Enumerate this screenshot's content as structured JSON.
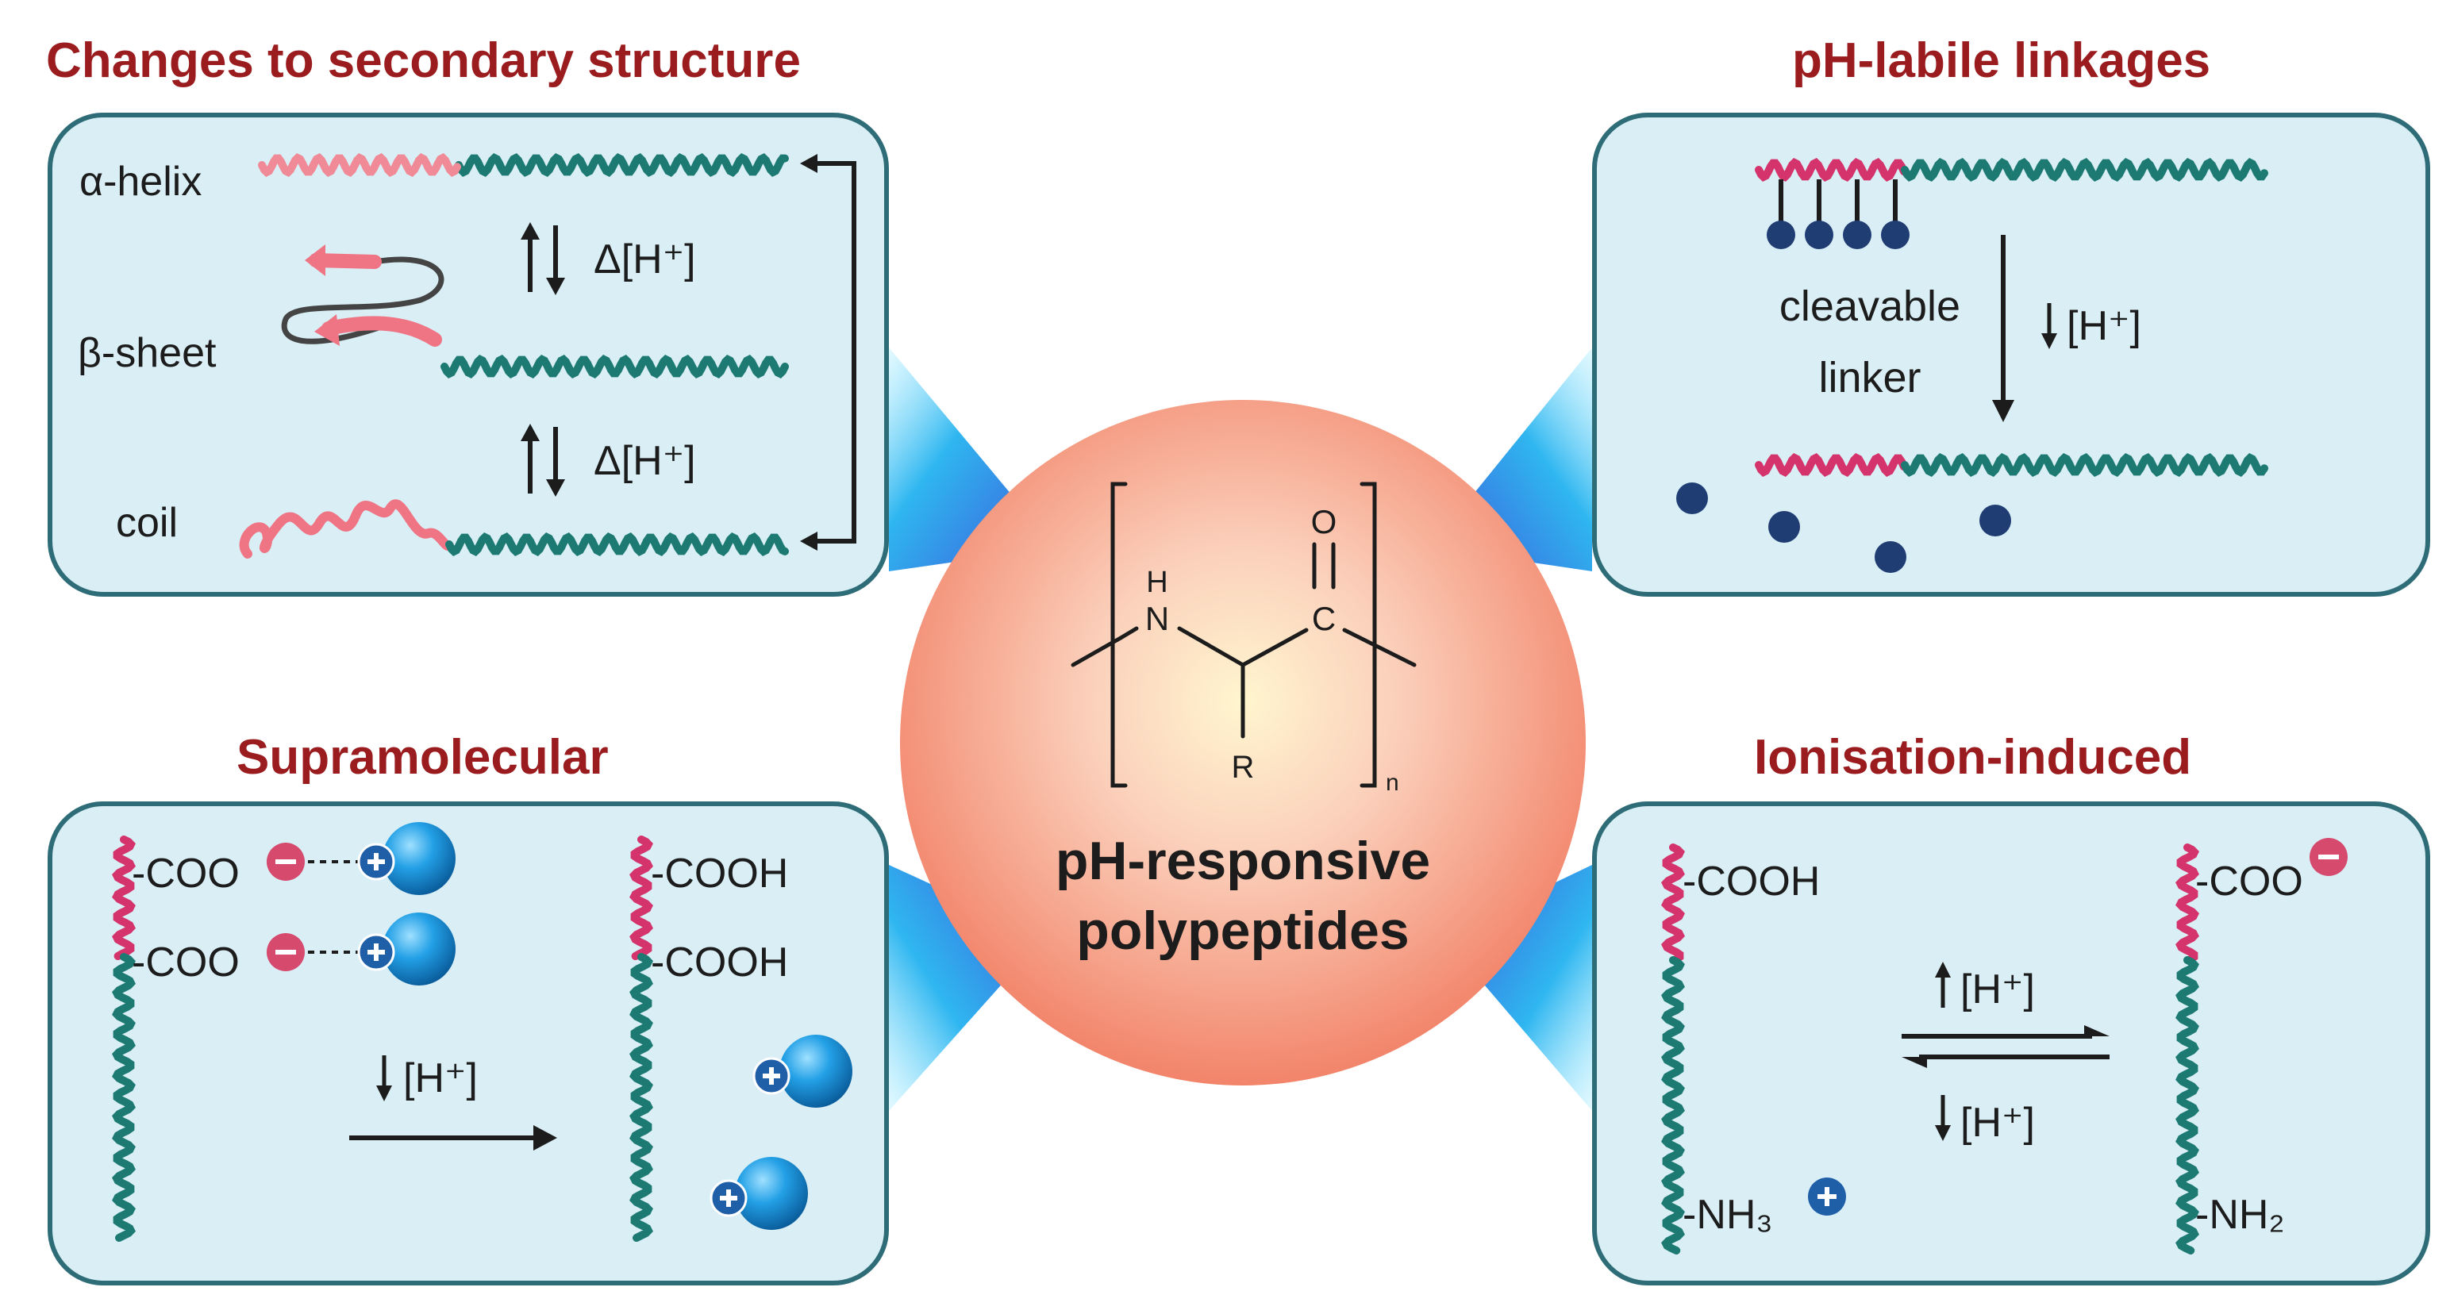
{
  "titles": {
    "secondary": "Changes to secondary structure",
    "labile": "pH-labile linkages",
    "supra": "Supramolecular",
    "ion": "Ionisation-induced"
  },
  "center": {
    "line1": "pH-responsive",
    "line2": "polypeptides",
    "atom_n": "N",
    "atom_h": "H",
    "atom_c": "C",
    "atom_o": "O",
    "atom_r": "R",
    "subscript": "n"
  },
  "secondary": {
    "alpha_label": "α-helix",
    "beta_label": "β-sheet",
    "coil_label": "coil",
    "trigger1": "Δ[H⁺]",
    "trigger2": "Δ[H⁺]"
  },
  "labile": {
    "linker_line1": "cleavable",
    "linker_line2": "linker",
    "trigger": "[H⁺]"
  },
  "supra": {
    "coo1": "-COO",
    "coo2": "-COO",
    "cooh1": "-COOH",
    "cooh2": "-COOH",
    "trigger": "[H⁺]"
  },
  "ion": {
    "cooh": "-COOH",
    "coo": "-COO",
    "nh3": "-NH₃",
    "nh2": "-NH₂",
    "trigger_up": "[H⁺]",
    "trigger_down": "[H⁺]"
  },
  "colors": {
    "title": "#9b1c1f",
    "panel_fill": "#d9eef5",
    "panel_border": "#2e6d78",
    "teal_chain": "#1d7a73",
    "pink_chain": "#d4336b",
    "light_pink_chain": "#ef8a96",
    "navy_dot": "#1f3d73",
    "blue_ion": "#1e8fd4",
    "sphere_core": "#fbd3c3",
    "sphere_edge": "#f2876a"
  }
}
